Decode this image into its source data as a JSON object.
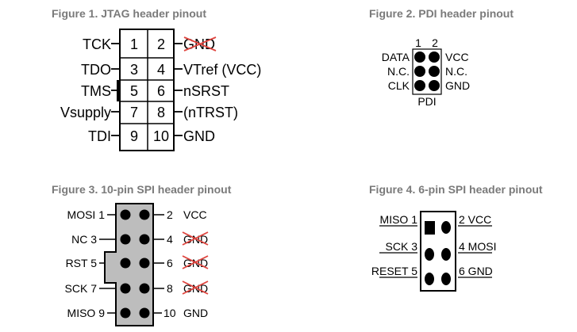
{
  "figures": [
    {
      "title": "Figure 1. JTAG header pinout",
      "pins": [
        {
          "num": "1",
          "signal": "TCK",
          "side": "left"
        },
        {
          "num": "2",
          "signal": "GND",
          "side": "right",
          "struck": true
        },
        {
          "num": "3",
          "signal": "TDO",
          "side": "left"
        },
        {
          "num": "4",
          "signal": "VTref (VCC)",
          "side": "right"
        },
        {
          "num": "5",
          "signal": "TMS",
          "side": "left"
        },
        {
          "num": "6",
          "signal": "nSRST",
          "side": "right"
        },
        {
          "num": "7",
          "signal": "Vsupply",
          "side": "left"
        },
        {
          "num": "8",
          "signal": "(nTRST)",
          "side": "right"
        },
        {
          "num": "9",
          "signal": "TDI",
          "side": "left"
        },
        {
          "num": "10",
          "signal": "GND",
          "side": "right"
        }
      ]
    },
    {
      "title": "Figure 2. PDI header pinout",
      "column_labels": [
        "1",
        "2"
      ],
      "left_labels": [
        "DATA",
        "N.C.",
        "CLK"
      ],
      "right_labels": [
        "VCC",
        "N.C.",
        "GND"
      ],
      "connector_label": "PDI"
    },
    {
      "title": "Figure 3. 10-pin SPI header pinout",
      "left_labels": [
        "MOSI  1",
        "NC  3",
        "RST  5",
        "SCK  7",
        "MISO  9"
      ],
      "right_nums": [
        "2",
        "4",
        "6",
        "8",
        "10"
      ],
      "right_signals": [
        "VCC",
        "GND",
        "GND",
        "GND",
        "GND"
      ],
      "right_struck": [
        false,
        true,
        true,
        true,
        false
      ]
    },
    {
      "title": "Figure 4. 6-pin SPI header pinout",
      "left_labels": [
        "MISO 1",
        "SCK 3",
        "RESET 5"
      ],
      "right_labels": [
        "2 VCC",
        "4 MOSI",
        "6 GND"
      ]
    }
  ],
  "colors": {
    "title": "#7a7a7a",
    "strike": "#e0443e",
    "connector_fill": "#bdbdbd"
  }
}
